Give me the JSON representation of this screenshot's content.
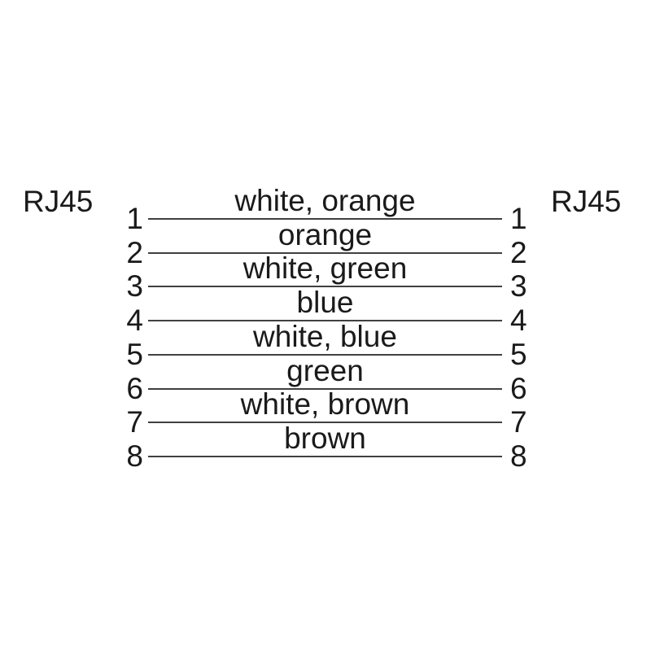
{
  "diagram": {
    "left_connector": {
      "label": "RJ45"
    },
    "right_connector": {
      "label": "RJ45"
    },
    "rows": [
      {
        "left_pin": "1",
        "wire": "white, orange",
        "right_pin": "1"
      },
      {
        "left_pin": "2",
        "wire": "orange",
        "right_pin": "2"
      },
      {
        "left_pin": "3",
        "wire": "white, green",
        "right_pin": "3"
      },
      {
        "left_pin": "4",
        "wire": "blue",
        "right_pin": "4"
      },
      {
        "left_pin": "5",
        "wire": "white, blue",
        "right_pin": "5"
      },
      {
        "left_pin": "6",
        "wire": "green",
        "right_pin": "6"
      },
      {
        "left_pin": "7",
        "wire": "white, brown",
        "right_pin": "7"
      },
      {
        "left_pin": "8",
        "wire": "brown",
        "right_pin": "8"
      }
    ],
    "colors": {
      "ink": "#1a1a1a",
      "line": "#404040",
      "background": "#ffffff"
    }
  }
}
